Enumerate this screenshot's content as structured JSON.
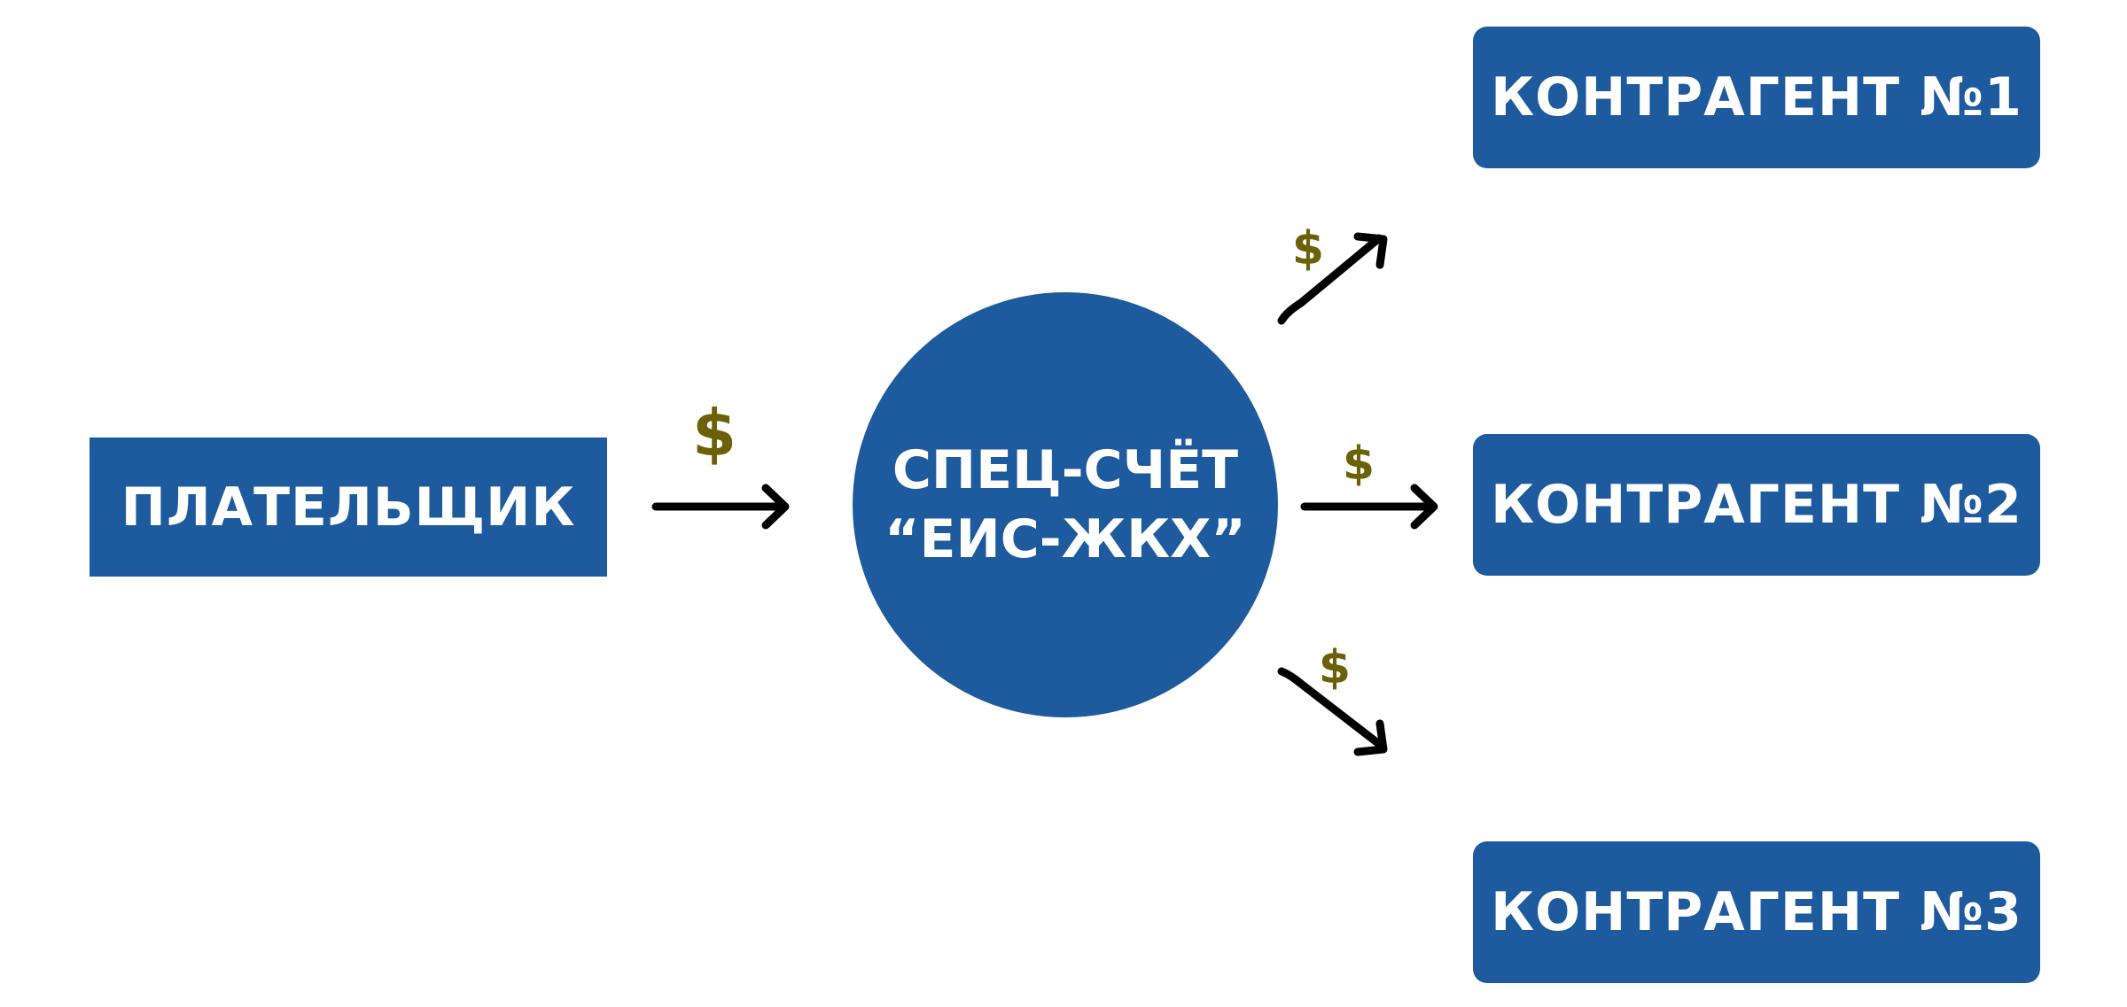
{
  "payer": {
    "label": "ПЛАТЕЛЬЩИК"
  },
  "hub": {
    "line1": "СПЕЦ-СЧЁТ",
    "line2": "“ЕИС-ЖКХ”"
  },
  "contractors": [
    {
      "label": "КОНТРАГЕНТ №1"
    },
    {
      "label": "КОНТРАГЕНТ №2"
    },
    {
      "label": "КОНТРАГЕНТ №3"
    }
  ],
  "flows": {
    "currency_symbol": "$"
  },
  "colors": {
    "node_fill": "#1e5a9e",
    "node_text": "#ffffff",
    "arrow": "#000000",
    "currency": "#6b6108"
  }
}
